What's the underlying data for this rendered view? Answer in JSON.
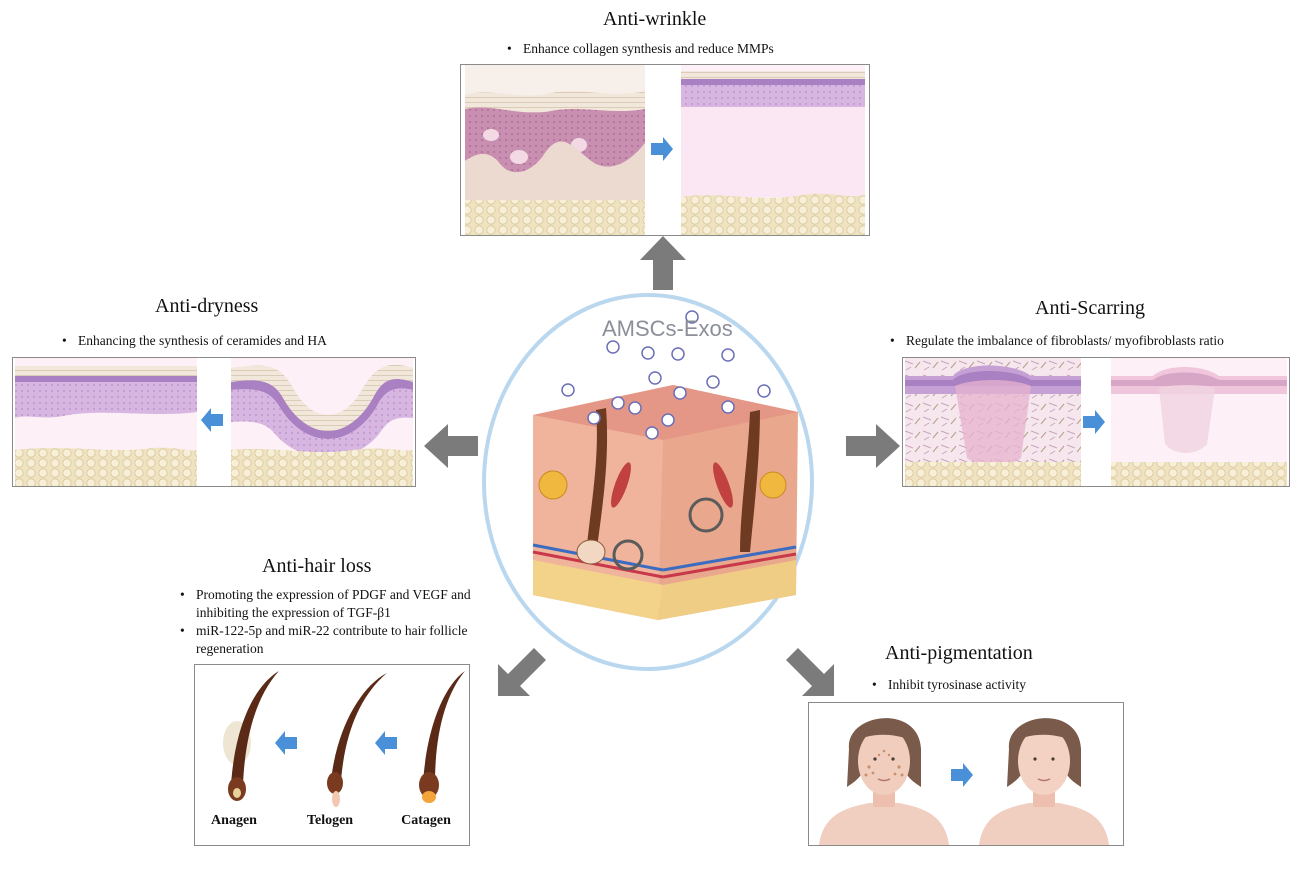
{
  "center": {
    "label": "AMSCs-Exos"
  },
  "anti_wrinkle": {
    "title": "Anti-wrinkle",
    "bullets": [
      "Enhance collagen synthesis and reduce MMPs"
    ]
  },
  "anti_dryness": {
    "title": "Anti-dryness",
    "bullets": [
      "Enhancing the synthesis of ceramides and HA"
    ]
  },
  "anti_scarring": {
    "title": "Anti-Scarring",
    "bullets": [
      "Regulate the imbalance of fibroblasts/ myofibroblasts ratio"
    ]
  },
  "anti_hair_loss": {
    "title": "Anti-hair loss",
    "bullets": [
      "Promoting the expression of PDGF and VEGF and inhibiting the expression of TGF-β1",
      "miR-122-5p and miR-22 contribute to hair follicle regeneration"
    ],
    "stages": [
      "Anagen",
      "Telogen",
      "Catagen"
    ]
  },
  "anti_pigmentation": {
    "title": "Anti-pigmentation",
    "bullets": [
      "Inhibit tyrosinase activity"
    ]
  },
  "colors": {
    "ring": "#b9d7ef",
    "arrow_gray": "#7b7b7b",
    "arrow_blue": "#4a90d9",
    "epidermis_purple": "#c9a4d6",
    "dermis_pink": "#fbe7f3",
    "fat_yellow": "#eee0b8"
  }
}
